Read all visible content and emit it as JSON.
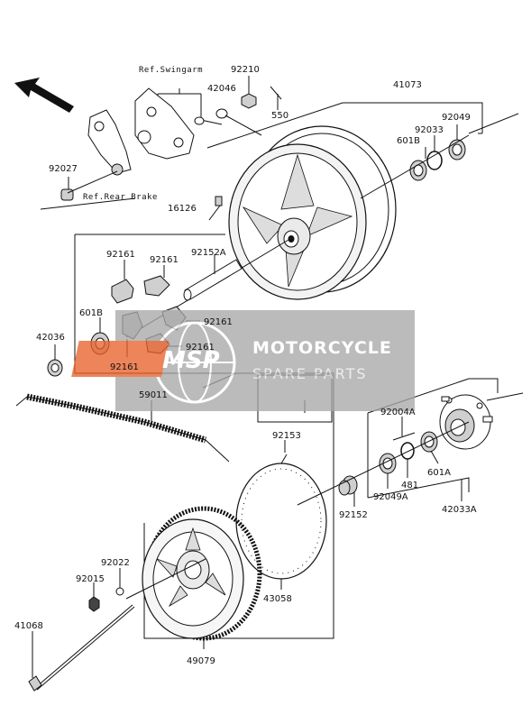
{
  "references": {
    "swingarm": "Ref.Swingarm",
    "rear_brake": "Ref.Rear Brake"
  },
  "watermark": {
    "logo": "MSP",
    "title": "MOTORCYCLE",
    "subtitle": "SPARE PARTS"
  },
  "parts": [
    "92210",
    "42046",
    "550",
    "41073",
    "92049",
    "92033",
    "601B",
    "92027",
    "16126",
    "92161",
    "92161",
    "92152A",
    "601B",
    "92161",
    "42036",
    "92161",
    "92161",
    "59011",
    "92004A",
    "92153",
    "481",
    "601A",
    "92049A",
    "92152",
    "42033A",
    "92022",
    "92015",
    "43058",
    "41068",
    "49079"
  ]
}
